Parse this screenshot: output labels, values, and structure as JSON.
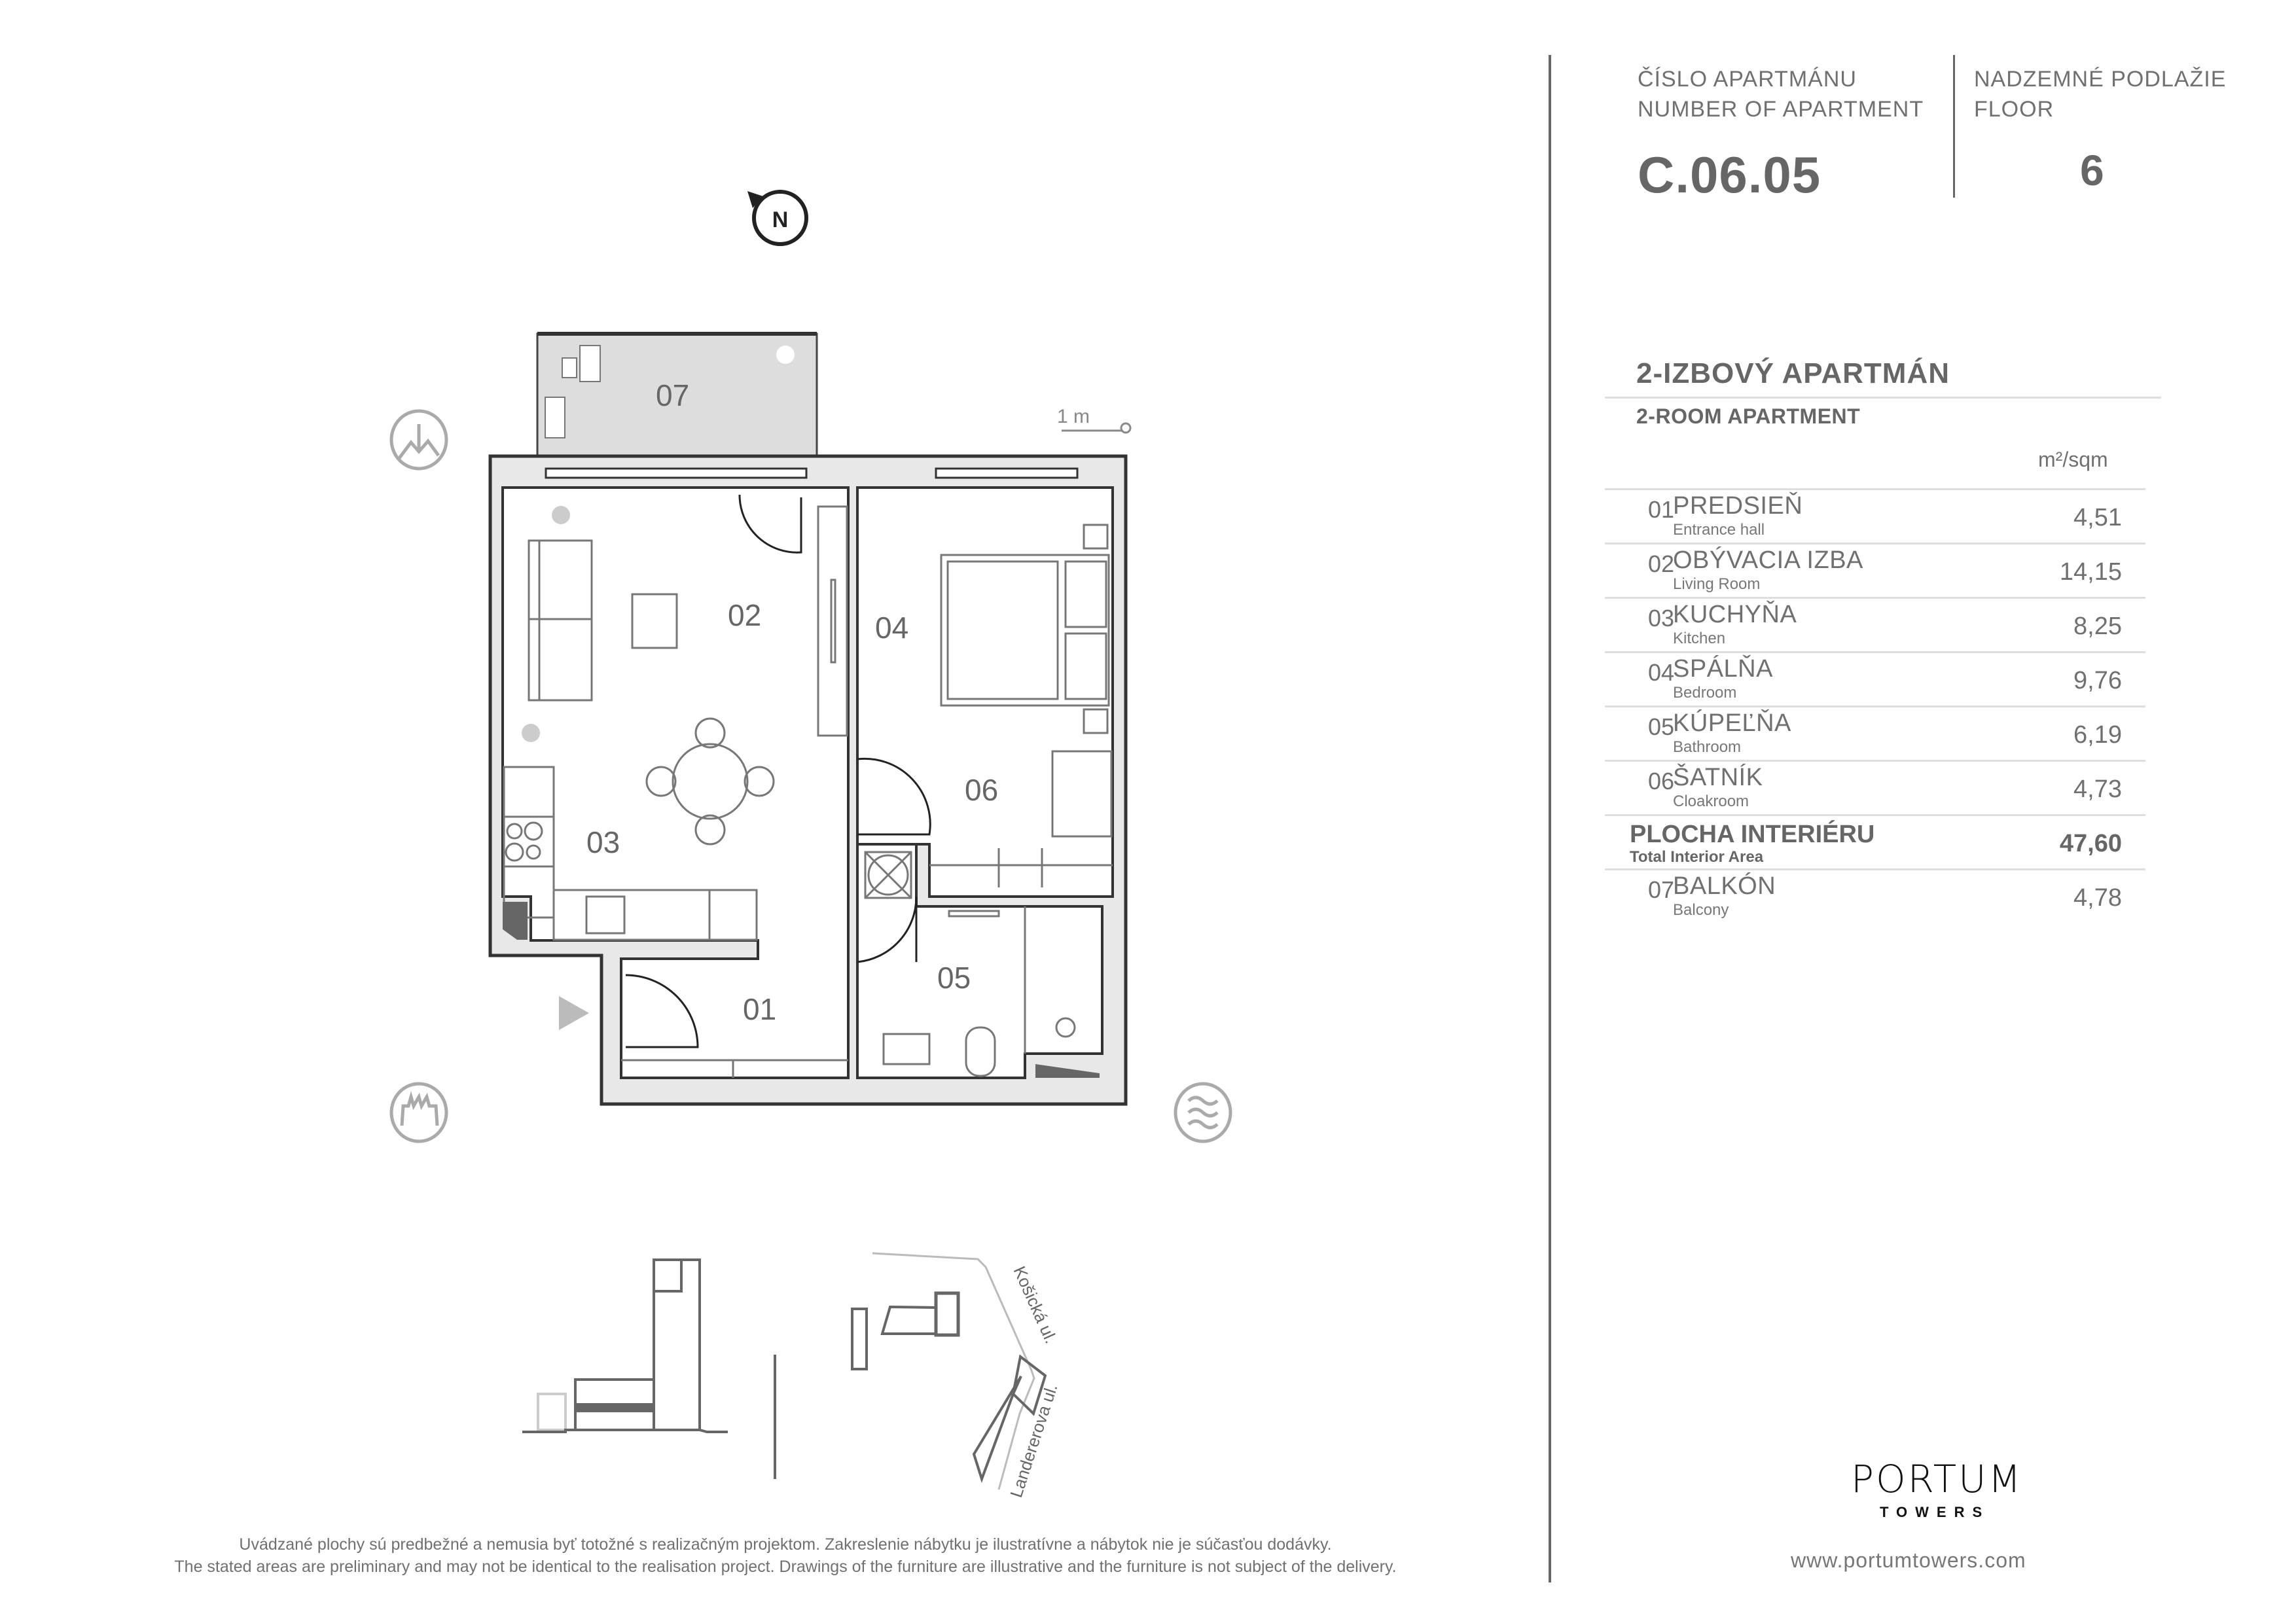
{
  "header": {
    "apartment_label_sk": "ČÍSLO APARTMÁNU",
    "apartment_label_en": "NUMBER OF APARTMENT",
    "apartment_number": "C.06.05",
    "floor_label_sk": "NADZEMNÉ PODLAŽIE",
    "floor_label_en": "FLOOR",
    "floor_number": "6"
  },
  "summary": {
    "title_sk": "2-IZBOVÝ APARTMÁN",
    "title_en": "2-ROOM APARTMENT",
    "unit": "m²/sqm",
    "rooms": [
      {
        "num": "01",
        "name": "PREDSIEŇ",
        "en": "Entrance hall",
        "area": "4,51"
      },
      {
        "num": "02",
        "name": "OBÝVACIA IZBA",
        "en": "Living Room",
        "area": "14,15"
      },
      {
        "num": "03",
        "name": "KUCHYŇA",
        "en": "Kitchen",
        "area": "8,25"
      },
      {
        "num": "04",
        "name": "SPÁLŇA",
        "en": "Bedroom",
        "area": "9,76"
      },
      {
        "num": "05",
        "name": "KÚPEĽŇA",
        "en": "Bathroom",
        "area": "6,19"
      },
      {
        "num": "06",
        "name": "ŠATNÍK",
        "en": "Cloakroom",
        "area": "4,73"
      }
    ],
    "total": {
      "name": "PLOCHA INTERIÉRU",
      "en": "Total Interior Area",
      "area": "47,60"
    },
    "balcony": {
      "num": "07",
      "name": "BALKÓN",
      "en": "Balcony",
      "area": "4,78"
    }
  },
  "plan": {
    "north_label": "N",
    "scale_label": "1 m",
    "room_labels": [
      "01",
      "02",
      "03",
      "04",
      "05",
      "06",
      "07"
    ],
    "icons": [
      "mountain-view-icon",
      "city-view-icon",
      "water-view-icon",
      "entrance-arrow-icon",
      "north-compass-icon"
    ]
  },
  "site": {
    "street_1": "Košická ul.",
    "street_2": "Landererova ul."
  },
  "footer": {
    "disclaimer_sk": "Uvádzané plochy sú predbežné a nemusia byť totožné s realizačným projektom. Zakreslenie nábytku je ilustratívne a nábytok nie je súčasťou dodávky.",
    "disclaimer_en": "The stated areas are preliminary and may not be identical to the realisation project. Drawings of the furniture are illustrative and the furniture is not subject of the delivery.",
    "logo_name": "PORTUM",
    "logo_sub": "TOWERS",
    "url": "www.portumtowers.com"
  },
  "colors": {
    "text": "#666666",
    "wall_fill": "#e8e8e8",
    "balcony_fill": "#dcdddc",
    "line": "#dedede"
  }
}
